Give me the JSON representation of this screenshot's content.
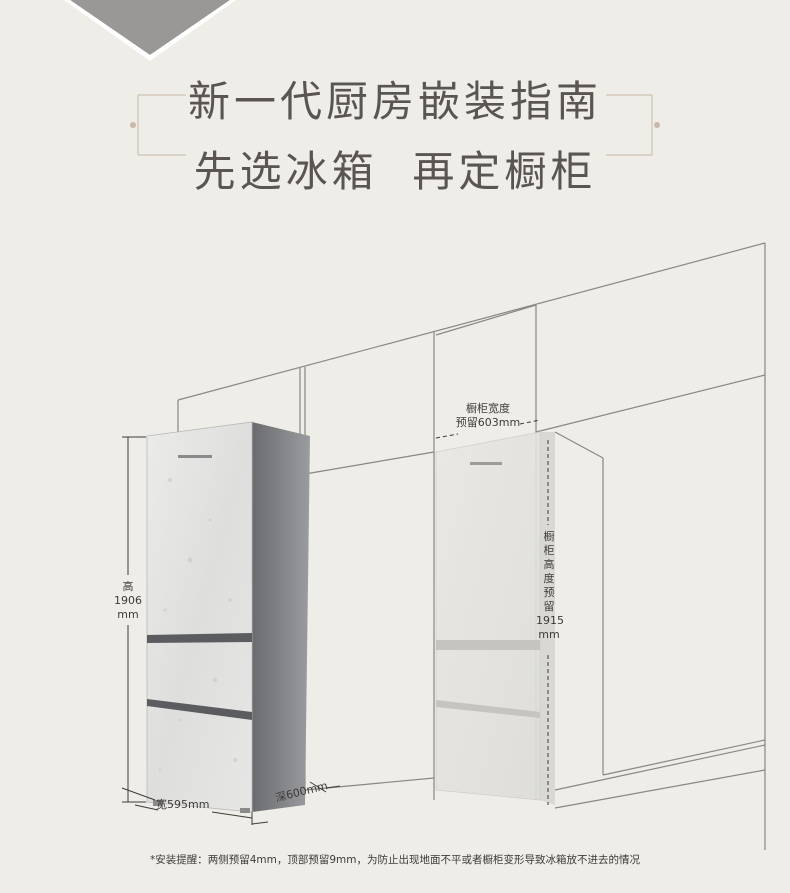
{
  "heading": {
    "line1": "新一代厨房嵌装指南",
    "line2": "先选冰箱  再定橱柜"
  },
  "fridge_left": {
    "height_label": "高",
    "height_value": "1906",
    "height_unit": "mm",
    "width_label": "宽595mm",
    "depth_label": "深600mm"
  },
  "cabinet": {
    "width_title": "橱柜宽度",
    "width_reserve": "预留603mm",
    "height_chars": [
      "橱",
      "柜",
      "高",
      "度",
      "预",
      "留"
    ],
    "height_value": "1915",
    "height_unit": "mm"
  },
  "footnote": "*安装提醒：两侧预留4mm，顶部预留9mm，为防止出现地面不平或者橱柜变形导致冰箱放不进去的情况",
  "colors": {
    "background": "#efede8",
    "line": "#7c7874",
    "text": "#3e3b38"
  }
}
